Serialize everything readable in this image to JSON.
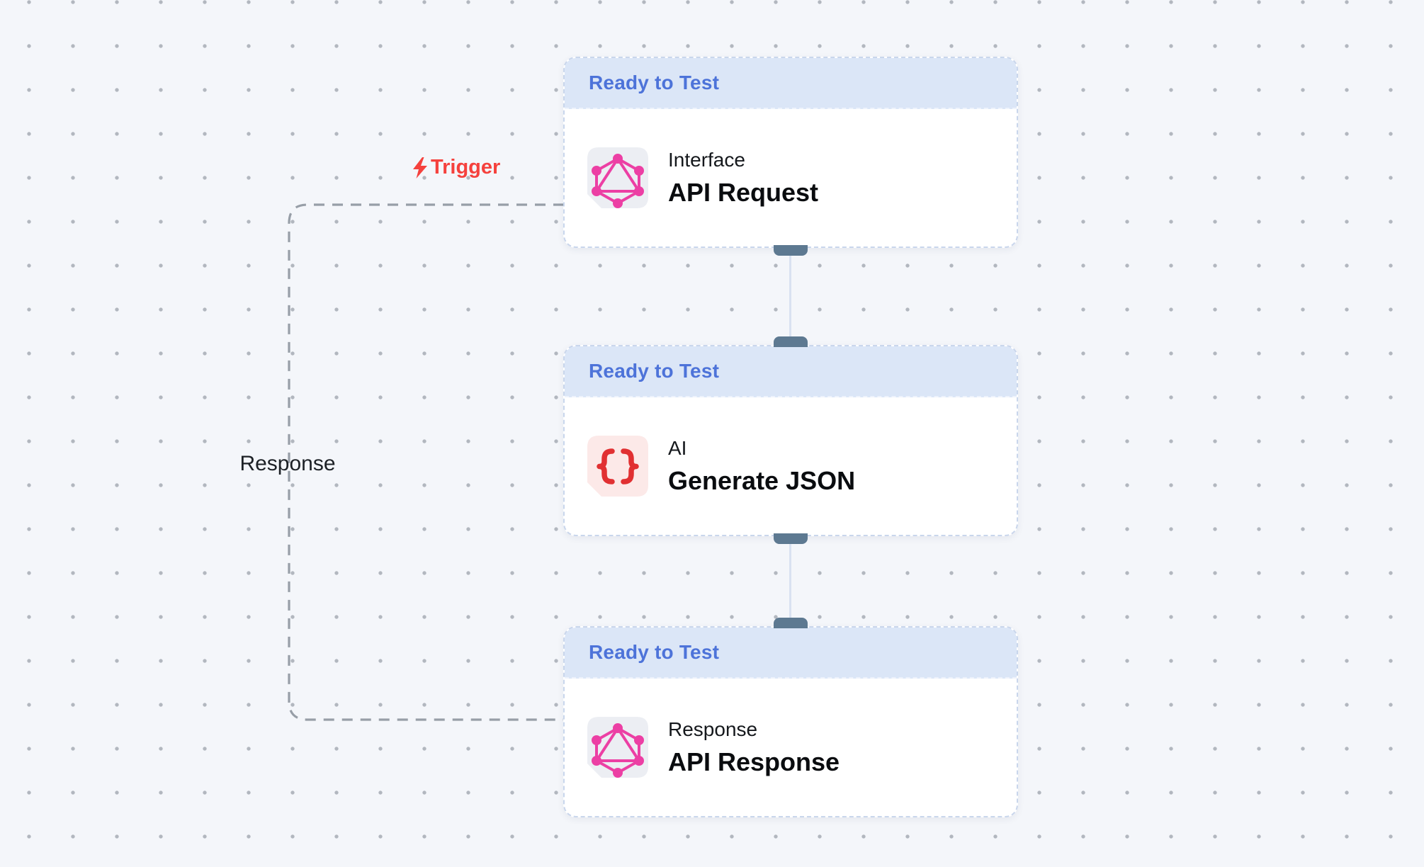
{
  "canvas": {
    "background": "#f4f6fa",
    "dot_color": "#b2b7bf"
  },
  "annotations": {
    "trigger_label": "Trigger",
    "loop_edge_label": "Response"
  },
  "nodes": [
    {
      "status": "Ready to Test",
      "category": "Interface",
      "title": "API Request",
      "icon": "graphql-icon",
      "icon_color": "#ec3fa4",
      "tile_bg": "#eceef3",
      "has_input_handle": false,
      "has_output_handle": true
    },
    {
      "status": "Ready to Test",
      "category": "AI",
      "title": "Generate JSON",
      "icon": "braces-icon",
      "icon_color": "#e13032",
      "tile_bg": "#fce9e8",
      "has_input_handle": true,
      "has_output_handle": true
    },
    {
      "status": "Ready to Test",
      "category": "Response",
      "title": "API Response",
      "icon": "graphql-icon",
      "icon_color": "#ec3fa4",
      "tile_bg": "#eceef3",
      "has_input_handle": true,
      "has_output_handle": false
    }
  ],
  "colors": {
    "card_header_bg": "#dbe6f7",
    "card_border": "#c9d6ec",
    "status_text": "#4d73d9",
    "handle": "#5d7991",
    "edge_line": "#d9e2f1",
    "loop_dash": "#979ea7",
    "trigger_red": "#f5413d",
    "graphql_pink": "#ec3fa4",
    "braces_red": "#e13032"
  }
}
